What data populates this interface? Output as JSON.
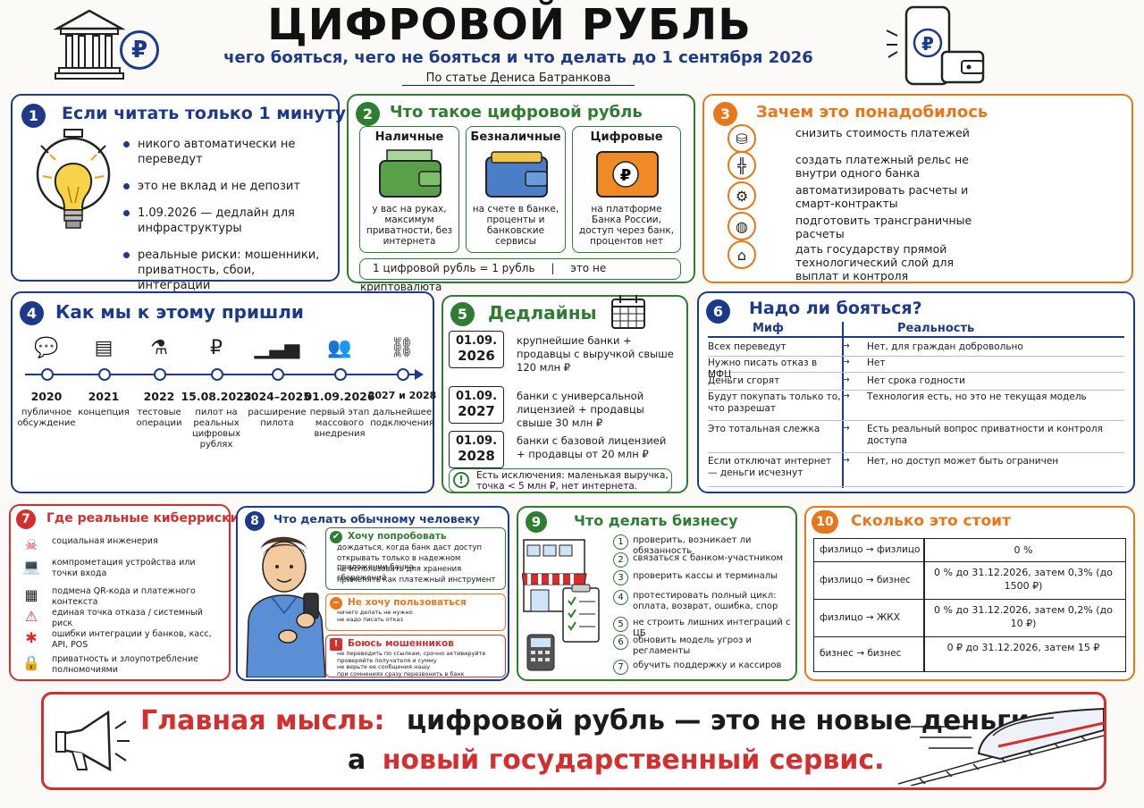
{
  "header": {
    "title": "ЦИФРОВОЙ РУБЛЬ",
    "subtitle": "чего бояться, чего не бояться и что делать до 1 сентября 2026",
    "byline": "По статье Дениса Батранкова"
  },
  "p1": {
    "number": "1",
    "title": "Если читать только 1 минуту",
    "items": [
      "никого автоматически не переведут",
      "это не вклад и не депозит",
      "1.09.2026 — дедлайн для инфраструктуры",
      "реальные риски: мошенники, приватность, сбои, интеграции"
    ]
  },
  "p2": {
    "number": "2",
    "title": "Что такое цифровой рубль",
    "cards": [
      {
        "title": "Наличные",
        "text": "у вас на руках, максимум приватности, без интернета"
      },
      {
        "title": "Безналичные",
        "text": "на счете в банке, проценты и банковские сервисы"
      },
      {
        "title": "Цифровые",
        "text": "на платформе Банка России, доступ через банк, процентов нет"
      }
    ],
    "footer_a": "1 цифровой рубль = 1 рубль",
    "footer_sep": "|",
    "footer_b": "это не криптовалюта"
  },
  "p3": {
    "number": "3",
    "title": "Зачем это понадобилось",
    "items": [
      {
        "icon": "coins-icon",
        "text": "снизить стоимость платежей"
      },
      {
        "icon": "rails-icon",
        "text": "создать платежный рельс не внутри одного банка"
      },
      {
        "icon": "gear-icon",
        "text": "автоматизировать расчеты и смарт-контракты"
      },
      {
        "icon": "globe-icon",
        "text": "подготовить трансграничные расчеты"
      },
      {
        "icon": "bank-icon",
        "text": "дать государству прямой технологический слой для выплат и контроля"
      }
    ]
  },
  "p4": {
    "number": "4",
    "title": "Как мы к этому пришли",
    "timeline": [
      {
        "icon": "chat-icon",
        "year": "2020",
        "desc": "публичное обсуждение"
      },
      {
        "icon": "document-icon",
        "year": "2021",
        "desc": "концепция"
      },
      {
        "icon": "flask-icon",
        "year": "2022",
        "desc": "тестовые операции"
      },
      {
        "icon": "ruble-icon",
        "year": "15.08.2023",
        "desc": "пилот на реальных цифровых рублях"
      },
      {
        "icon": "growth-chart-icon",
        "year": "2024–2025",
        "desc": "расширение пилота"
      },
      {
        "icon": "people-icon",
        "year": "01.09.2026",
        "desc": "первый этап массового внедрения"
      },
      {
        "icon": "link-icon",
        "year": "2027 и 2028",
        "desc": "дальнейшее подключения"
      }
    ]
  },
  "p5": {
    "number": "5",
    "title": "Дедлайны",
    "deadlines": [
      {
        "date": "01.09.",
        "year": "2026",
        "text": "крупнейшие банки + продавцы с выручкой свыше 120 млн ₽"
      },
      {
        "date": "01.09.",
        "year": "2027",
        "text": "банки с универсальной лицензией + продавцы свыше 30 млн ₽"
      },
      {
        "date": "01.09.",
        "year": "2028",
        "text": "банки с базовой лицензией + продавцы от 20 млн ₽"
      }
    ],
    "note": "Есть исключения: маленькая выручка, точка < 5 млн ₽, нет интернета."
  },
  "p6": {
    "number": "6",
    "title": "Надо ли бояться?",
    "col_myth": "Миф",
    "col_reality": "Реальность",
    "rows": [
      {
        "myth": "Всех переведут",
        "reality": "Нет, для граждан добровольно"
      },
      {
        "myth": "Нужно писать отказ в МФЦ",
        "reality": "Нет"
      },
      {
        "myth": "Деньги сгорят",
        "reality": "Нет срока годности"
      },
      {
        "myth": "Будут покупать только то, что разрешат",
        "reality": "Технология есть, но это не текущая модель"
      },
      {
        "myth": "Это тотальная слежка",
        "reality": "Есть реальный вопрос приватности и контроля доступа"
      },
      {
        "myth": "Если отключат интернет — деньги исчезнут",
        "reality": "Нет, но доступ может быть ограничен"
      }
    ]
  },
  "p7": {
    "number": "7",
    "title": "Где реальные киберриски",
    "items": [
      {
        "icon": "hacker-icon",
        "text": "социальная инженерия"
      },
      {
        "icon": "laptop-skull-icon",
        "text": "компрометация устройства или точки входа"
      },
      {
        "icon": "qr-code-icon",
        "text": "подмена QR-кода и платежного контекста"
      },
      {
        "icon": "warning-icon",
        "text": "единая точка отказа / системный риск"
      },
      {
        "icon": "bug-icon",
        "text": "ошибки интеграции у банков, касс, API, POS"
      },
      {
        "icon": "lock-icon",
        "text": "приватность и злоупотребление полномочиями"
      }
    ]
  },
  "p8": {
    "number": "8",
    "title": "Что делать обычному человеку",
    "boxes": [
      {
        "title": "Хочу попробовать",
        "color": "#2e7d32",
        "items": [
          "дождаться, когда банк даст доступ",
          "открывать только в надежном приложении банка",
          "не использовать для хранения сбережений",
          "применять как платежный инструмент"
        ]
      },
      {
        "title": "Не хочу пользоваться",
        "color": "#e8761a",
        "items": [
          "ничего делать не нужно",
          "не надо писать отказ"
        ]
      },
      {
        "title": "Боюсь мошенников",
        "color": "#d32f2f",
        "items": [
          "не переводить по ссылкам, срочно активируйте",
          "проверяйте получателя и сумму",
          "не верьте ее сообщения нашу",
          "при сомнениях сразу перезвонить в банк"
        ]
      }
    ]
  },
  "p9": {
    "number": "9",
    "title": "Что делать бизнесу",
    "steps": [
      "проверить, возникает ли обязанность",
      "связаться с банком-участником",
      "проверить кассы и терминалы",
      "протестировать полный цикл: оплата, возврат, ошибка, спор",
      "не строить лишних интеграций с ЦБ",
      "обновить модель угроз и регламенты",
      "обучить поддержку и кассиров"
    ]
  },
  "p10": {
    "number": "10",
    "title": "Сколько это стоит",
    "rows": [
      {
        "route": "физлицо → физлицо",
        "price": "0 %"
      },
      {
        "route": "физлицо → бизнес",
        "price": "0 % до 31.12.2026, затем 0,3% (до 1500 ₽)"
      },
      {
        "route": "физлицо → ЖКХ",
        "price": "0 % до 31.12.2026, затем 0,2% (до 10 ₽)"
      },
      {
        "route": "бизнес → бизнес",
        "price": "0 ₽ до 31.12.2026, затем 15 ₽"
      }
    ]
  },
  "bottom": {
    "lead": "Главная мысль:",
    "line1": "цифровой рубль — это не новые деньги,",
    "line2a": "а",
    "line2b": "новый государственный сервис."
  },
  "colors": {
    "blue": "#1d3a8a",
    "green": "#2e7d32",
    "orange": "#e8761a",
    "red": "#d32f2f"
  }
}
